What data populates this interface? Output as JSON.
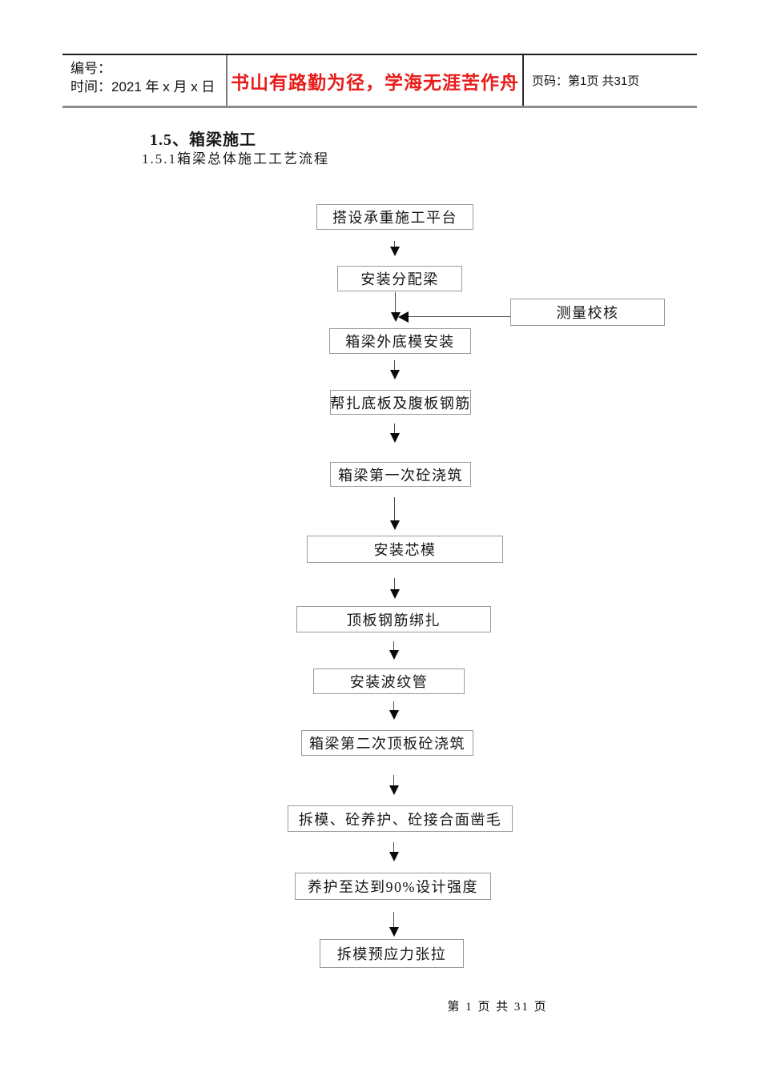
{
  "header": {
    "number_label": "编号：",
    "time_label": "时间：2021 年 x 月 x 日",
    "motto": "书山有路勤为径，学海无涯苦作舟",
    "page_label": "页码：第1页 共31页"
  },
  "titles": {
    "section": "1.5、箱梁施工",
    "subsection": "1.5.1箱梁总体施工工艺流程"
  },
  "flowchart": {
    "steps": [
      "搭设承重施工平台",
      "安装分配梁",
      "箱梁外底模安装",
      "帮扎底板及腹板钢筋",
      "箱梁第一次砼浇筑",
      "安装芯模",
      "顶板钢筋绑扎",
      "安装波纹管",
      "箱梁第二次顶板砼浇筑",
      "拆模、砼养护、砼接合面凿毛",
      "养护至达到90%设计强度",
      "拆模预应力张拉"
    ],
    "side_label": "测量校核"
  },
  "footer": {
    "page_text": "第 1 页 共 31 页"
  },
  "colors": {
    "motto_red": "#e81c1a",
    "box_border": "#9a9a9a",
    "arrow_line": "#4a4a4a",
    "arrow_head": "#0a0a0a",
    "table_top_border": "#1c1c1c",
    "table_bottom_border": "#8c8c8c"
  }
}
